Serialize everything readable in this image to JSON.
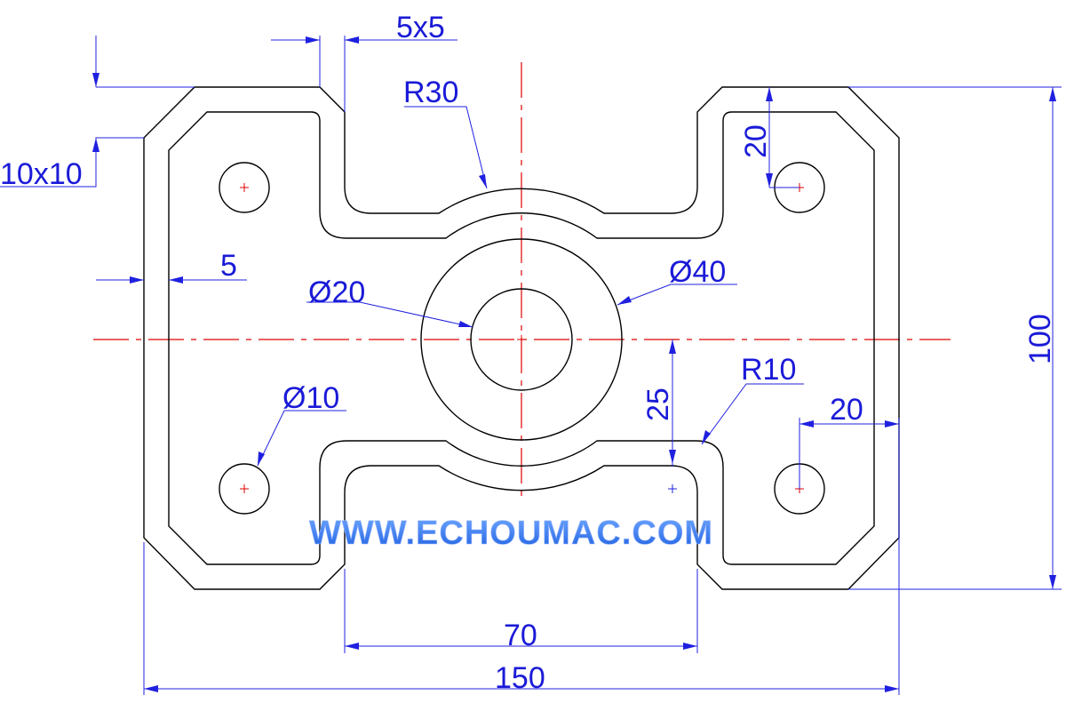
{
  "drawing": {
    "title": "Plate part drawing",
    "colors": {
      "outline": "#000000",
      "centerline": "#e00000",
      "dimension": "#2020e0"
    },
    "dimensions": {
      "chamfer_small": "5x5",
      "chamfer_large": "10x10",
      "radius_top": "R30",
      "radius_fillet": "R10",
      "hole_spacing_top": "20",
      "wall_offset": "5",
      "inner_bore": "Ø20",
      "outer_boss": "Ø40",
      "corner_hole": "Ø10",
      "height": "100",
      "hole_offset_center": "25",
      "hole_spacing_right": "20",
      "notch_width": "70",
      "overall_width": "150"
    },
    "watermark": "WWW.ECHOUMAC.COM"
  }
}
